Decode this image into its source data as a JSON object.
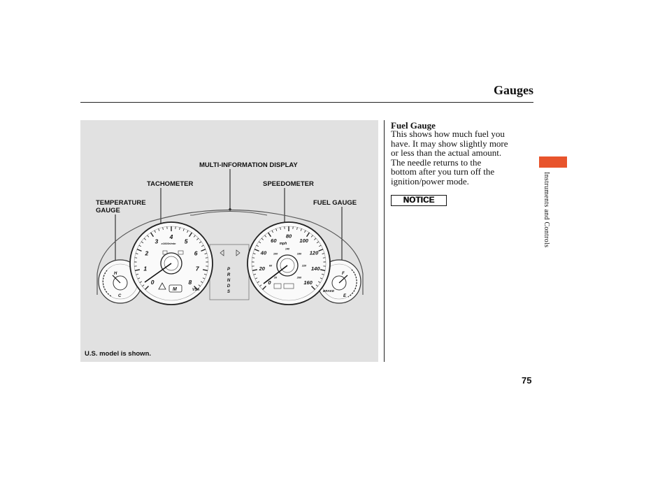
{
  "header": {
    "title": "Gauges"
  },
  "figure": {
    "callouts": {
      "multi_info": "MULTI-INFORMATION DISPLAY",
      "tachometer": "TACHOMETER",
      "speedometer": "SPEEDOMETER",
      "temperature_line1": "TEMPERATURE",
      "temperature_line2": "GAUGE",
      "fuel": "FUEL GAUGE"
    },
    "caption": "U.S. model is shown.",
    "tach_numbers": [
      "0",
      "1",
      "2",
      "3",
      "4",
      "5",
      "6",
      "7",
      "8"
    ],
    "tach_multiplier": "x1000r/min",
    "tach_badge": "M",
    "tach_vsa": "VSA",
    "speed_numbers": [
      "0",
      "20",
      "40",
      "60",
      "80",
      "100",
      "120",
      "140",
      "160"
    ],
    "speed_unit": "mph",
    "speed_km_numbers": [
      "20",
      "40",
      "60",
      "80",
      "100",
      "120",
      "140",
      "160",
      "180",
      "200",
      "220",
      "240",
      "260"
    ],
    "gear_letters": [
      "P",
      "R",
      "N",
      "D",
      "S"
    ],
    "temp_labels": [
      "H",
      "C"
    ],
    "fuel_labels": [
      "F",
      "E"
    ],
    "brake_label": "BRAKE"
  },
  "section": {
    "heading": "Fuel Gauge",
    "body_lines": [
      "This shows how much fuel you",
      "have. It may show slightly more",
      "or less than the actual amount.",
      "The needle returns to the",
      "bottom after you turn off the",
      "ignition/power mode."
    ],
    "notice": "NOTICE"
  },
  "sidebar": {
    "label": "Instruments and Controls",
    "tab_color": "#e8542c"
  },
  "footer": {
    "page_number": "75"
  }
}
